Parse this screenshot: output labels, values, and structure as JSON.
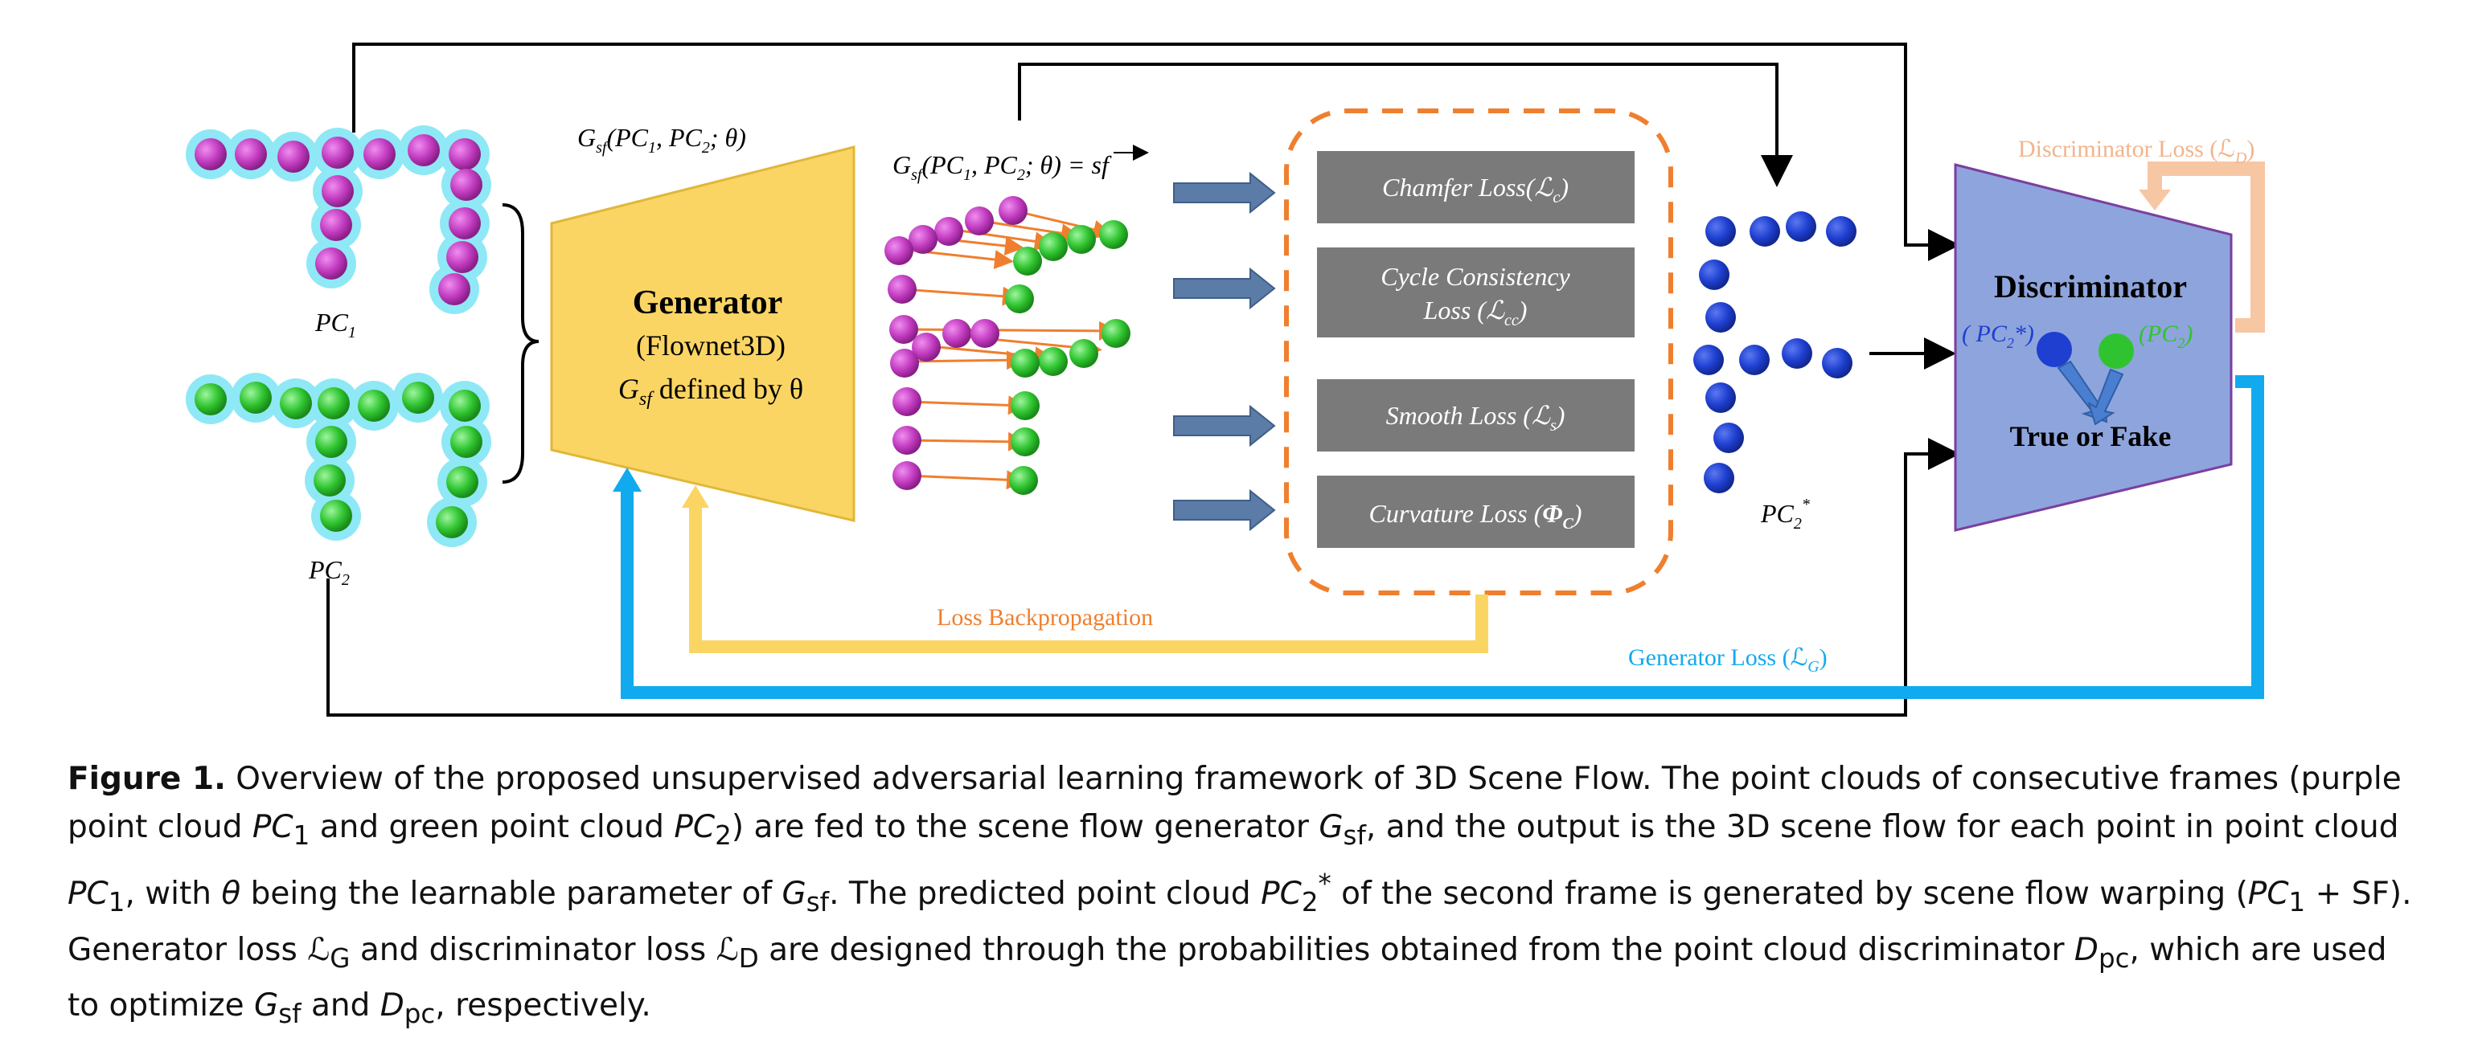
{
  "diagram": {
    "pc1_label": "PC",
    "pc1_sub": "1",
    "pc2_label": "PC",
    "pc2_sub": "2",
    "gen_func_label": "G",
    "gen_func_sub": "sf",
    "gen_func_args": "(PC",
    "gen_func_args2": ", PC",
    "gen_func_args3": "; θ)",
    "gen_out_equals": "; θ) = sf",
    "generator_title": "Generator",
    "generator_subtitle": "(Flownet3D)",
    "generator_line3_g": "G",
    "generator_line3_sub": "sf",
    "generator_line3_rest": " defined by θ",
    "losses": [
      {
        "line1": "Chamfer Loss(ℒ",
        "sub": "c",
        "line1_end": ")",
        "line2": ""
      },
      {
        "line1": "Cycle Consistency",
        "line2": "Loss (ℒ",
        "sub": "cc",
        "line2_end": ")"
      },
      {
        "line1": "Smooth Loss (ℒ",
        "sub": "s",
        "line1_end": ")",
        "line2": ""
      },
      {
        "line1": "Curvature Loss (",
        "sub": "C",
        "line1_end": ")",
        "line2": ""
      }
    ],
    "curvature_phi": "Φ",
    "pc2_star_label": "PC",
    "pc2_star_sub": "2",
    "pc2_star_sup": "*",
    "discriminator_title": "Discriminator",
    "disc_pc2star": "( PC",
    "disc_pc2star_sub": "2",
    "disc_pc2star_end": "*)",
    "disc_pc2": "(PC",
    "disc_pc2_sub": "2",
    "disc_pc2_end": ")",
    "true_or_fake": "True or Fake",
    "disc_loss": "Discriminator Loss (ℒ",
    "disc_loss_sub": "D",
    "disc_loss_end": ")",
    "gen_loss": "Generator Loss (ℒ",
    "gen_loss_sub": "G",
    "gen_loss_end": ")",
    "loss_backprop": "Loss Backpropagation"
  },
  "caption": {
    "fig_label": "Figure 1.",
    "t1": " Overview of the proposed unsupervised adversarial learning framework of 3D Scene Flow. The point clouds of consecutive frames (purple point cloud ",
    "pc": "PC",
    "s1": "1",
    "t2": " and green point cloud ",
    "s2": "2",
    "t3": ") are fed to the scene flow generator ",
    "g": "G",
    "sf": "sf",
    "t4": ", and the output is the 3D scene flow for each point in point cloud ",
    "t5": ", with ",
    "theta": "θ",
    "t6": " being the learnable parameter of ",
    "t7": ". The predicted point cloud ",
    "star": "*",
    "t8": " of the second frame is generated by scene flow warping (",
    "t9": " + SF). Generator loss ",
    "lg": "ℒ",
    "G": "G",
    "t10": " and discriminator loss ",
    "D": "D",
    "t11": " are designed through the probabilities obtained from the point cloud discriminator ",
    "dpc": "D",
    "pcsub": "pc",
    "t12": ", which are used to optimize ",
    "t13": " and ",
    "t14": ", respectively."
  },
  "colors": {
    "purple_point": "#c23cc0",
    "green_point": "#2fc42f",
    "glow": "#8fe8f5",
    "generator_fill": "#fbd564",
    "loss_box": "#7a7a7a",
    "dashed_border": "#ef7f2e",
    "blue_point": "#1e3fd0",
    "disc_fill": "#8ea4dc",
    "disc_border": "#7a3fa0",
    "gen_loss_color": "#11aaee",
    "disc_loss_color": "#f7c6a3",
    "backprop_color": "#fbd564",
    "flow_arrow": "#ef7f2e",
    "block_arrow": "#5b7ca6"
  }
}
